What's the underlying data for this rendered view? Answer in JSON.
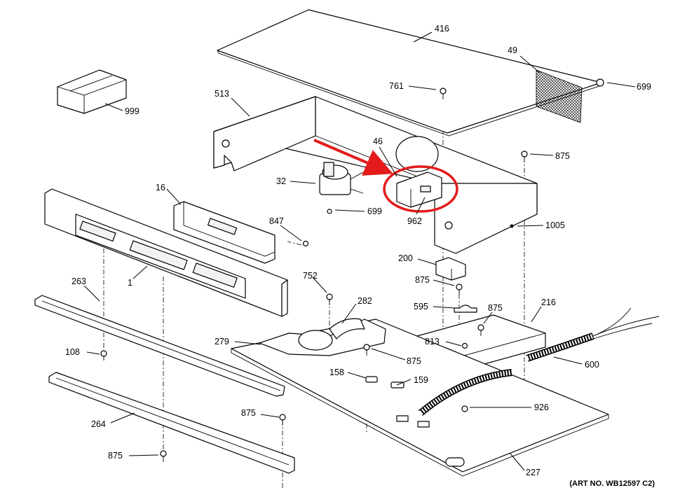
{
  "art_number": "(ART NO. WB12597 C2)",
  "highlight": {
    "arrow_color": "#e31b1b",
    "circle_color": "#e31b1b",
    "target_part": "962"
  },
  "callouts": {
    "c416": "416",
    "c49": "49",
    "c699a": "699",
    "c761": "761",
    "c513": "513",
    "c999": "999",
    "c46": "46",
    "c875a": "875",
    "c32": "32",
    "c699b": "699",
    "c962": "962",
    "c1005": "1005",
    "c16": "16",
    "c847": "847",
    "c200": "200",
    "c875b": "875",
    "c1": "1",
    "c263": "263",
    "c752": "752",
    "c282": "282",
    "c595": "595",
    "c875c": "875",
    "c216": "216",
    "c813": "813",
    "c279": "279",
    "c600": "600",
    "c875d": "875",
    "c108": "108",
    "c158": "158",
    "c159": "159",
    "c926": "926",
    "c264": "264",
    "c875e": "875",
    "c875f": "875",
    "c227": "227"
  }
}
